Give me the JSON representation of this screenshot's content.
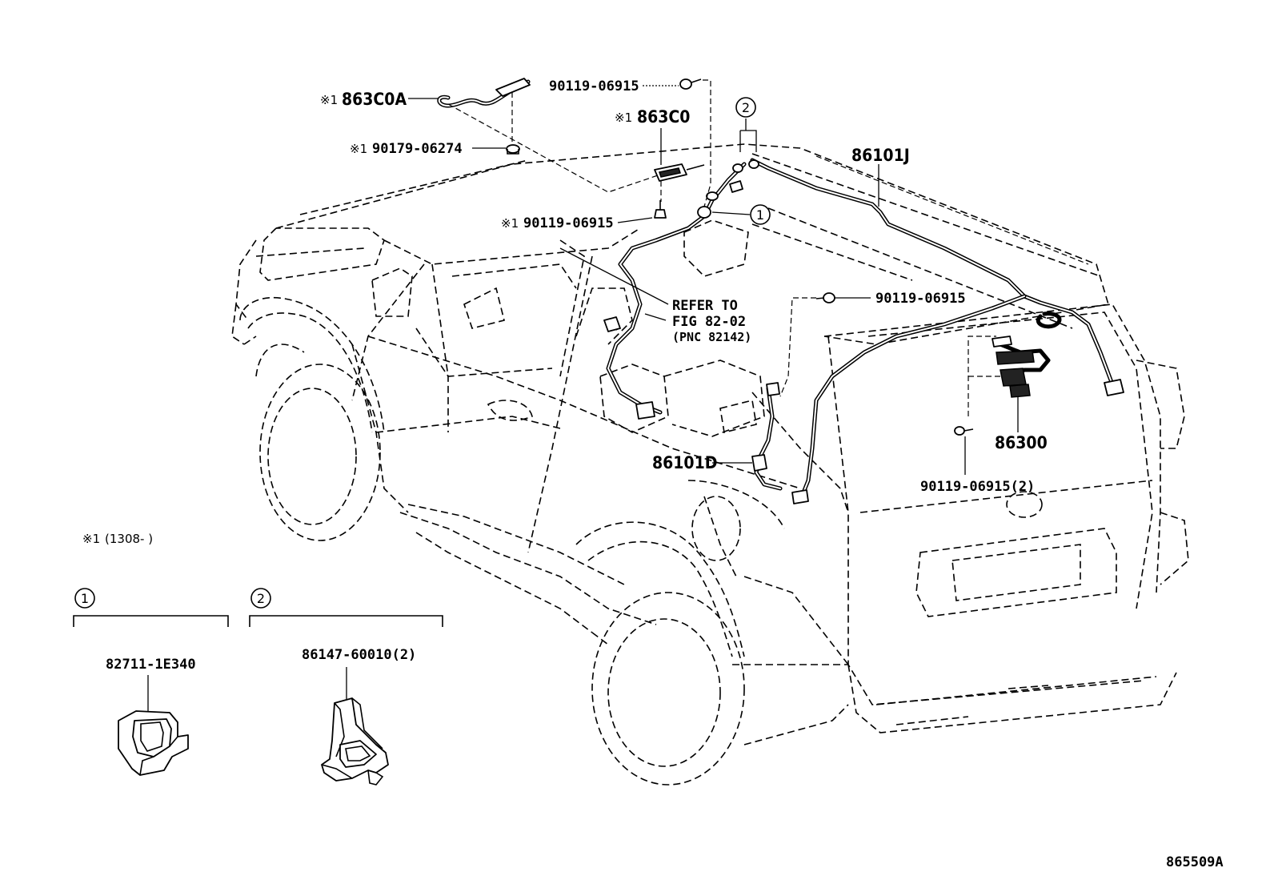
{
  "labels": {
    "p863C0A": "863C0A",
    "p863C0": "863C0",
    "p90179": "90179-06274",
    "p90119_top": "90119-06915",
    "p90119_left": "90119-06915",
    "p90119_mid": "90119-06915",
    "p90119_2": "90119-06915(2)",
    "p86101J": "86101J",
    "p86101D": "86101D",
    "p86300": "86300",
    "refer_1": "REFER TO",
    "refer_2": "FIG 82-02",
    "refer_3": "(PNC 82142)",
    "note_mark": "※1",
    "note_text": "(1308-       )",
    "circle1": "1",
    "circle2": "2",
    "detail1_part": "82711-1E340",
    "detail2_part": "86147-60010(2)",
    "figure_code": "865509A"
  },
  "icons": {
    "note_prefix": "※1",
    "circled_ref": "circle-number-icon"
  }
}
